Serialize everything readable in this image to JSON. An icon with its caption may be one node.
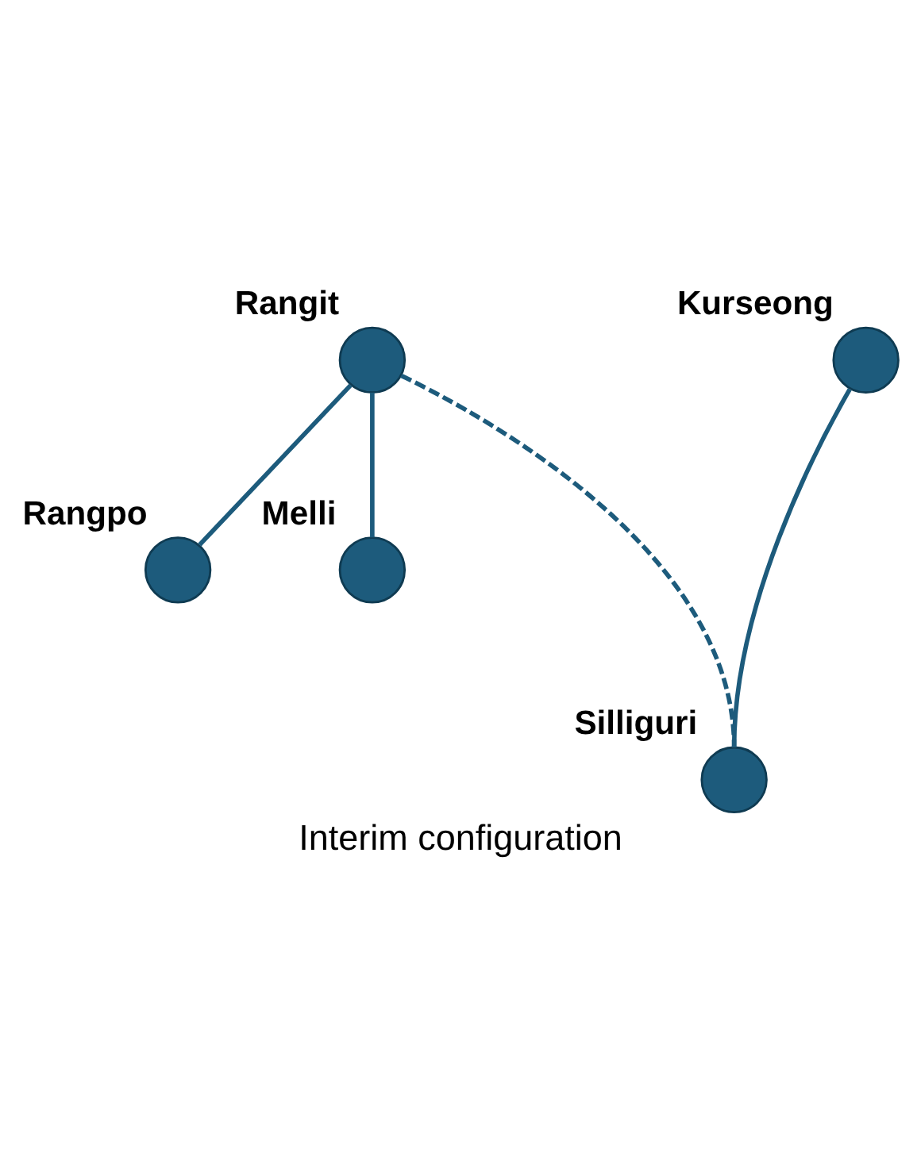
{
  "diagram": {
    "caption": "Interim configuration",
    "nodes": [
      {
        "text": [
          "Rangit"
        ]
      },
      {
        "text": [
          "Rangpo"
        ]
      },
      {
        "text": [
          "Melli"
        ]
      },
      {
        "text": [
          "Kurseong"
        ]
      },
      {
        "text": [
          "Silliguri"
        ]
      }
    ],
    "edges": [
      {
        "from": 0,
        "to": 1,
        "arrow": "none"
      },
      {
        "from": 0,
        "to": 2,
        "arrow": "none"
      },
      {
        "from": 0,
        "to": 4,
        "arrow": "none",
        "style": "dashed"
      },
      {
        "from": 3,
        "to": 4,
        "arrow": "none"
      }
    ]
  }
}
